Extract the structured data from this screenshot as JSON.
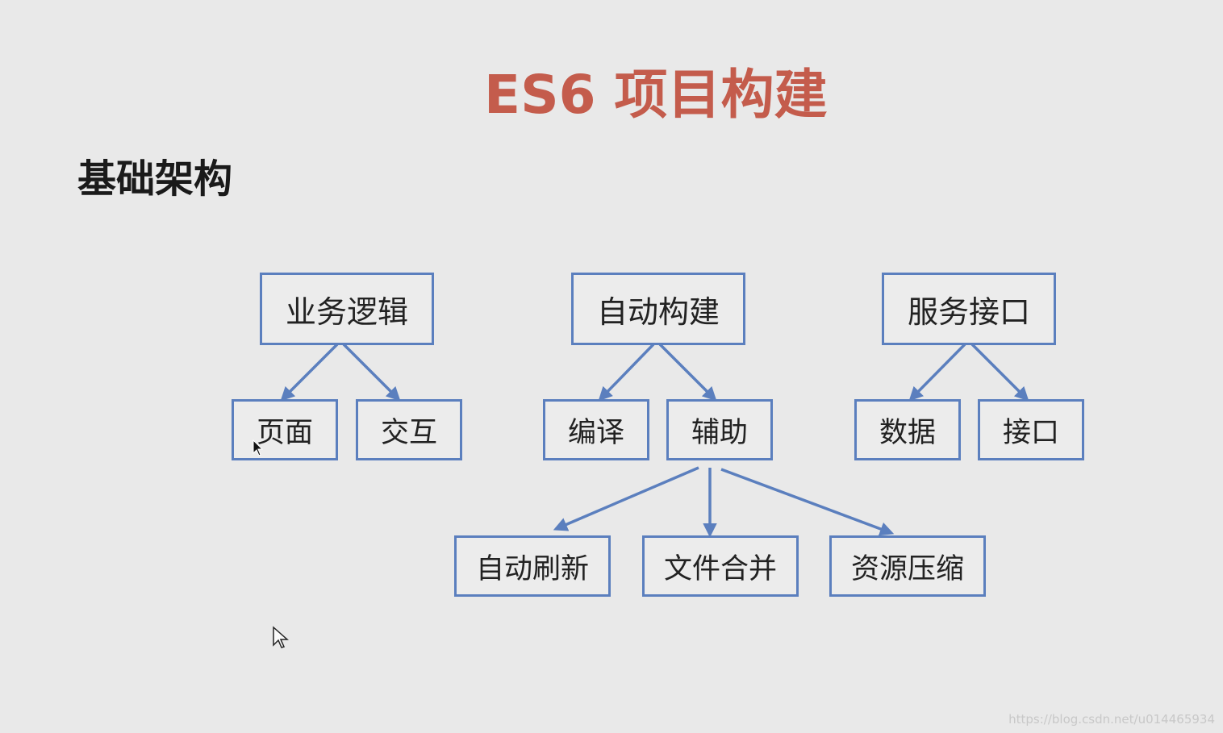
{
  "slide": {
    "title": "ES6 项目构建",
    "section_title": "基础架构",
    "watermark": "https://blog.csdn.net/u014465934"
  },
  "tree": {
    "business_logic": {
      "label": "业务逻辑",
      "children": [
        {
          "label": "页面"
        },
        {
          "label": "交互"
        }
      ]
    },
    "auto_build": {
      "label": "自动构建",
      "children": [
        {
          "label": "编译"
        },
        {
          "label": "辅助",
          "children": [
            {
              "label": "自动刷新"
            },
            {
              "label": "文件合并"
            },
            {
              "label": "资源压缩"
            }
          ]
        }
      ]
    },
    "service_interface": {
      "label": "服务接口",
      "children": [
        {
          "label": "数据"
        },
        {
          "label": "接口"
        }
      ]
    }
  },
  "icons": {
    "arrow_cursor": "arrow-cursor-icon",
    "pointer_cursor": "pointer-cursor-icon"
  },
  "colors": {
    "title": "#c45c4c",
    "node_border": "#5b7fbe",
    "background": "#e9e9e9"
  }
}
